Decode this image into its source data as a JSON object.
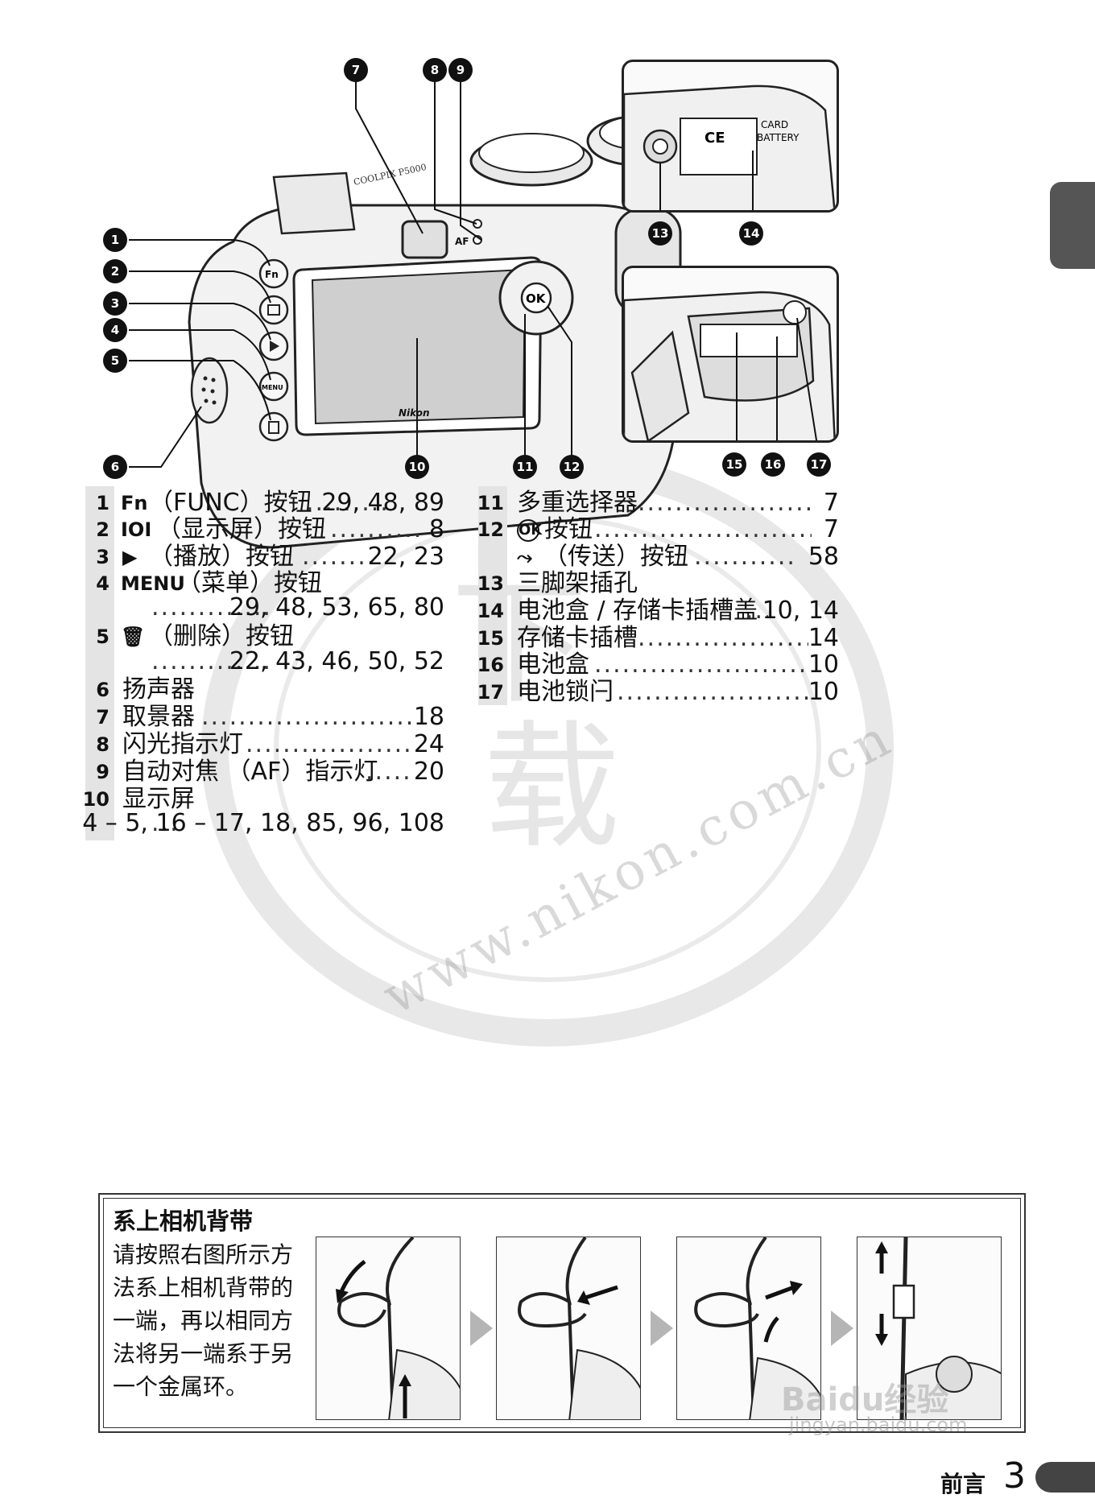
{
  "watermark": {
    "url_text": "www.nikon.com.cn",
    "chars": [
      "下",
      "载"
    ]
  },
  "camera_figure": {
    "brand": "Nikon",
    "model": "COOLPIX P5000",
    "button_labels": [
      "Fn",
      "MENU"
    ],
    "af_label": "AF",
    "card_label": "CARD",
    "battery_label": "BATTERY",
    "ok_label": "OK",
    "callouts": [
      "1",
      "2",
      "3",
      "4",
      "5",
      "6",
      "7",
      "8",
      "9",
      "10",
      "11",
      "12",
      "13",
      "14",
      "15",
      "16",
      "17"
    ]
  },
  "legend_left": [
    {
      "num": "1",
      "symbol": "Fn",
      "text": "（FUNC）按钮",
      "pages": "29, 48, 89"
    },
    {
      "num": "2",
      "symbol": "IOI",
      "text": "（显示屏）按钮",
      "pages": "8"
    },
    {
      "num": "3",
      "symbol": "▶",
      "text": "（播放）按钮",
      "pages": "22, 23"
    },
    {
      "num": "4",
      "symbol": "MENU",
      "text": "（菜单）按钮",
      "pages": "29, 48, 53, 65, 80"
    },
    {
      "num": "5",
      "symbol": "🗑",
      "text": "（删除）按钮",
      "pages": "22, 43, 46, 50, 52"
    },
    {
      "num": "6",
      "symbol": "",
      "text": "扬声器",
      "pages": ""
    },
    {
      "num": "7",
      "symbol": "",
      "text": "取景器",
      "pages": "18"
    },
    {
      "num": "8",
      "symbol": "",
      "text": "闪光指示灯",
      "pages": "24"
    },
    {
      "num": "9",
      "symbol": "",
      "text": "自动对焦 （AF）指示灯",
      "pages": "20"
    },
    {
      "num": "10",
      "symbol": "",
      "text": "显示屏",
      "pages": "4 – 5, 16 – 17, 18, 85, 96, 108"
    }
  ],
  "legend_right": [
    {
      "num": "11",
      "symbol": "",
      "text": "多重选择器",
      "pages": "7"
    },
    {
      "num": "12",
      "symbol": "OK",
      "text": "按钮",
      "pages": "7"
    },
    {
      "num": "",
      "symbol": "⤳",
      "text": "（传送）按钮",
      "pages": "58"
    },
    {
      "num": "13",
      "symbol": "",
      "text": "三脚架插孔",
      "pages": ""
    },
    {
      "num": "14",
      "symbol": "",
      "text": "电池盒 / 存储卡插槽盖",
      "pages": "10, 14"
    },
    {
      "num": "15",
      "symbol": "",
      "text": "存储卡插槽",
      "pages": "14"
    },
    {
      "num": "16",
      "symbol": "",
      "text": "电池盒",
      "pages": "10"
    },
    {
      "num": "17",
      "symbol": "",
      "text": "电池锁闩",
      "pages": "10"
    }
  ],
  "strap": {
    "title": "系上相机背带",
    "body": "请按照右图所示方法系上相机背带的一端，再以相同方法将另一端系于另一个金属环。"
  },
  "footer": {
    "section": "前言",
    "page": "3",
    "baidu_mark": "Baidu经验",
    "baidu_url": "jingyan.baidu.com"
  }
}
